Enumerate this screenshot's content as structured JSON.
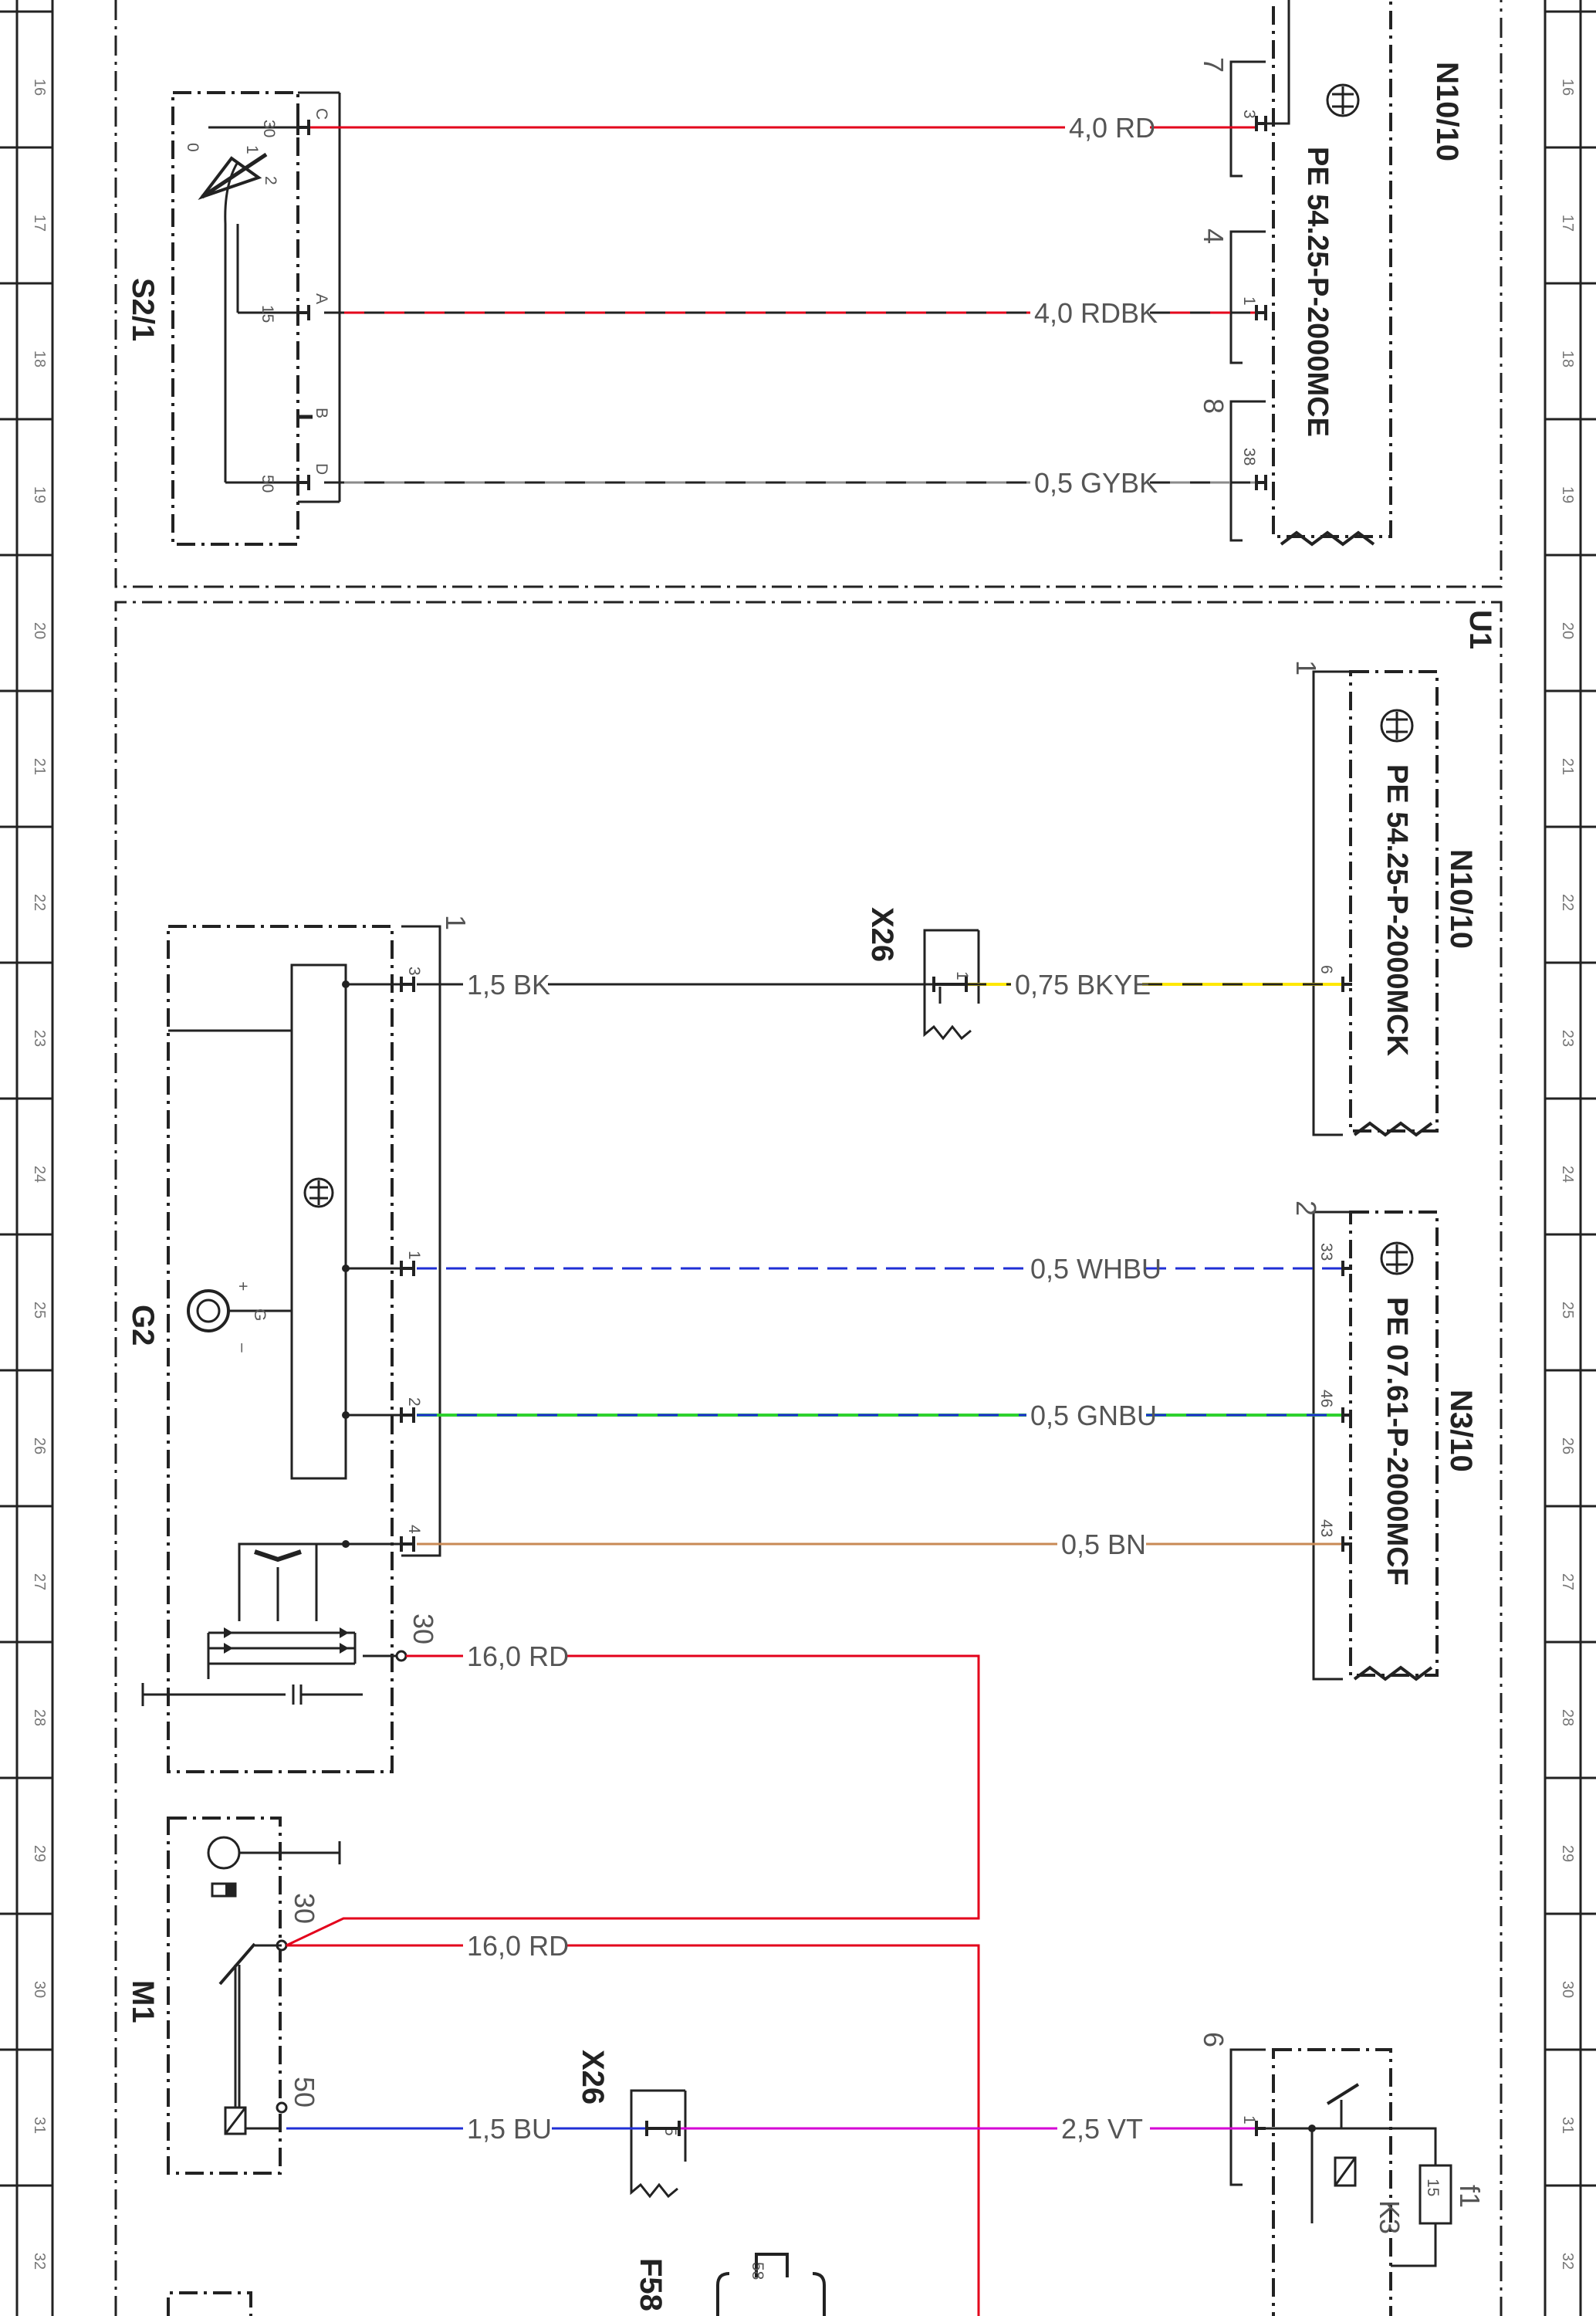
{
  "rows": [
    "16",
    "17",
    "18",
    "19",
    "20",
    "21",
    "22",
    "23",
    "24",
    "25",
    "26",
    "27",
    "28",
    "29",
    "30",
    "31",
    "32"
  ],
  "components": {
    "s2_1": "S2/1",
    "g2": "G2",
    "m1": "M1",
    "x26_a": "X26",
    "x26_b": "X26",
    "n10_10_a": "N10/10",
    "n10_10_b": "N10/10",
    "n3_10": "N3/10",
    "u1": "U1",
    "f58": "F58",
    "k3": "K3",
    "f1": "f1"
  },
  "refs": {
    "ref1": "PE 54.25-P-2000MCE",
    "ref2": "PE 54.25-P-2000MCK",
    "ref3": "PE 07.61-P-2000MCF"
  },
  "wires": {
    "w1": "4,0 RD",
    "w2": "4,0 RDBK",
    "w3": "0,5 GYBK",
    "w4": "1,5 BK",
    "w5": "0,75 BKYE",
    "w6": "0,5 WHBU",
    "w7": "0,5 GNBU",
    "w8": "0,5 BN",
    "w9": "16,0 RD",
    "w10": "16,0 RD",
    "w11": "1,5 BU",
    "w12": "2,5 VT"
  },
  "pins": {
    "s2_30": "30",
    "s2_15": "15",
    "s2_50": "50",
    "s2_c": "C",
    "s2_a": "A",
    "s2_b": "B",
    "s2_d": "D",
    "s2_0": "0",
    "s2_1": "1",
    "s2_2": "2",
    "n10a_3": "3",
    "n10a_1": "1",
    "n10a_38": "38",
    "n10a_c7": "7",
    "n10a_c4": "4",
    "n10a_c8": "8",
    "g2_3": "3",
    "g2_1": "1",
    "g2_2": "2",
    "g2_4": "4",
    "g2_c1": "1",
    "g2_30": "30",
    "g2_plus": "+",
    "g2_g": "G",
    "g2_minus": "–",
    "x26a_1": "1",
    "n10b_6": "6",
    "n10b_c1": "1",
    "n3_33": "33",
    "n3_46": "46",
    "n3_43": "43",
    "n3_c2": "2",
    "m1_30": "30",
    "m1_50": "50",
    "x26b_5": "5",
    "k3_1": "1",
    "k3_c6": "6",
    "f1_15": "15",
    "f58_58": "58"
  },
  "colors": {
    "RD": "#e3001b",
    "BK": "#222222",
    "YE": "#ffe800",
    "BU": "#1f2fd6",
    "WH": "#ffffff",
    "GN": "#2ed12e",
    "GY": "#8a8a8a",
    "BN": "#c98a55",
    "VT": "#d400d4"
  }
}
